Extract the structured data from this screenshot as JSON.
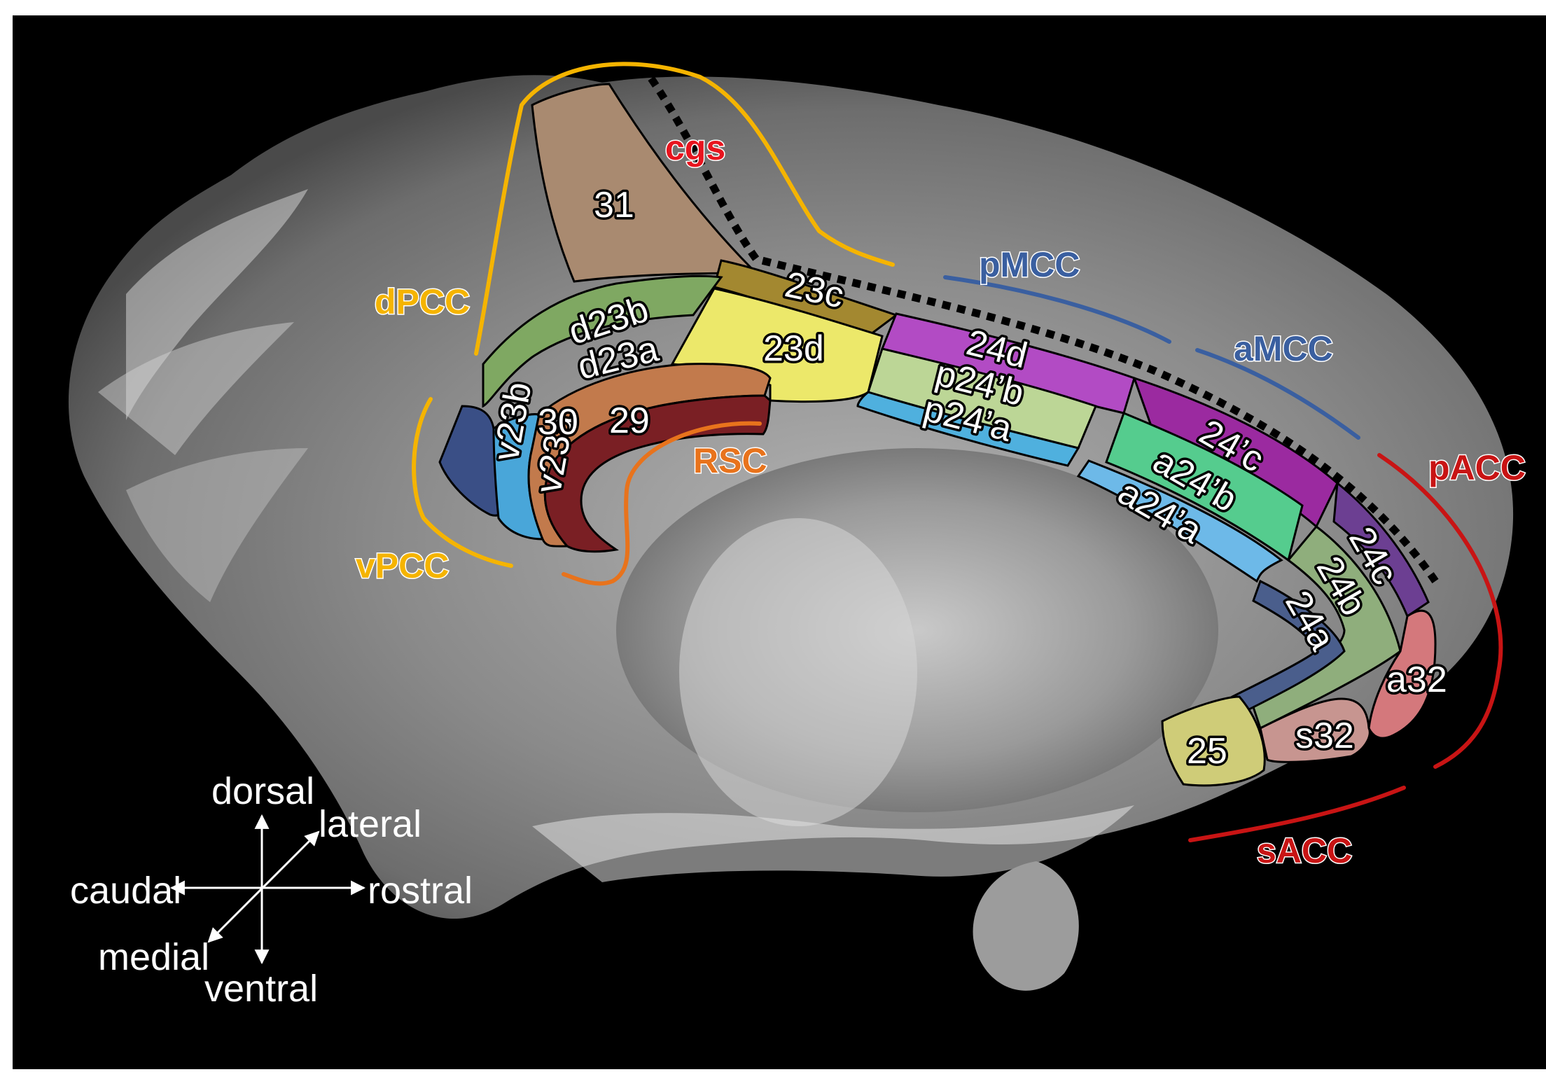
{
  "colors": {
    "dPCC": "#f5b400",
    "vPCC": "#f5b400",
    "RSC": "#e8731c",
    "cgs": "#e8141e",
    "pMCC": "#3a5fa0",
    "aMCC": "#3a5fa0",
    "pACC": "#c81414",
    "sACC": "#c81414",
    "a31": "#a98a70",
    "a23c": "#a38830",
    "a23d": "#ece86a",
    "d23b": "#7fa862",
    "d23a": "#c4cfa3",
    "v23b": "#3a4f86",
    "v23a": "#49a6d9",
    "a30": "#c27a4c",
    "a29": "#7a1f24",
    "a24d": "#b24bc4",
    "p24b": "#bcd696",
    "p24a": "#4fb0de",
    "a24c_prime": "#9b2aa0",
    "a24b_prime": "#55cc8e",
    "a24a_prime": "#6db9e8",
    "a24c": "#6c3f92",
    "a24b": "#8fae7c",
    "a24a": "#4a5e8c",
    "a32": "#d4787c",
    "s32": "#c79590",
    "a25": "#cfcc78",
    "background": "#000000",
    "axes": "#ffffff"
  },
  "areas": [
    {
      "id": "31",
      "label": "31"
    },
    {
      "id": "23c",
      "label": "23c"
    },
    {
      "id": "d23b",
      "label": "d23b"
    },
    {
      "id": "d23a",
      "label": "d23a"
    },
    {
      "id": "23d",
      "label": "23d"
    },
    {
      "id": "v23b",
      "label": "v23b"
    },
    {
      "id": "v23a",
      "label": "v23a"
    },
    {
      "id": "30",
      "label": "30"
    },
    {
      "id": "29",
      "label": "29"
    },
    {
      "id": "24d",
      "label": "24d"
    },
    {
      "id": "p24b",
      "label": "p24’b"
    },
    {
      "id": "p24a",
      "label": "p24’a"
    },
    {
      "id": "24c_prime",
      "label": "24’c"
    },
    {
      "id": "a24b",
      "label": "a24’b"
    },
    {
      "id": "a24a",
      "label": "a24’a"
    },
    {
      "id": "24c",
      "label": "24c"
    },
    {
      "id": "24b",
      "label": "24b"
    },
    {
      "id": "24a",
      "label": "24a"
    },
    {
      "id": "a32",
      "label": "a32"
    },
    {
      "id": "s32",
      "label": "s32"
    },
    {
      "id": "25",
      "label": "25"
    }
  ],
  "regions": {
    "dPCC": "dPCC",
    "vPCC": "vPCC",
    "RSC": "RSC",
    "pMCC": "pMCC",
    "aMCC": "aMCC",
    "pACC": "pACC",
    "sACC": "sACC",
    "cgs": "cgs"
  },
  "axes": {
    "dorsal": "dorsal",
    "ventral": "ventral",
    "caudal": "caudal",
    "rostral": "rostral",
    "lateral": "lateral",
    "medial": "medial"
  }
}
